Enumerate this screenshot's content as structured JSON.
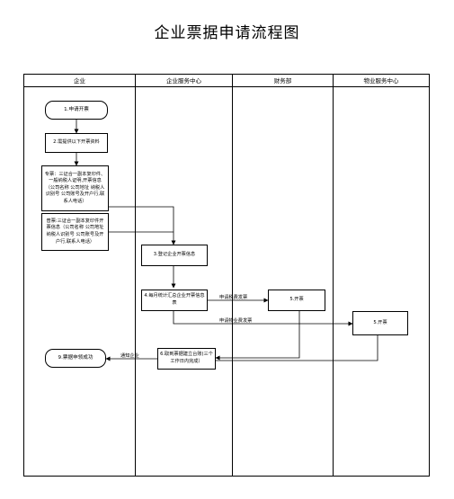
{
  "title": "企业票据申请流程图",
  "lanes": [
    "企业",
    "企业服务中心",
    "财务部",
    "物业服务中心"
  ],
  "nodes": {
    "n1": "1.申请开票",
    "n2": "2.需提供以下开票资料",
    "n3": "专票：三证合一副本复印件、一般纳税人证明,开票信息（公司名称 公司地址 纳税人识别号 公司账号及开户行,联系人电话）",
    "n4": "普票:三证合一副本复印件开票信息（公司名称 公司地址 纳税人识别号 公司账号及开户行,联系人电话）",
    "n5": "3.登记企业开票信息",
    "n6": "4.每月统计汇总企业开票信息表",
    "n7": "5.开票",
    "n8": "5.开票",
    "n9": "6.取到票据建立台账(三个工作日内完成）",
    "n10": "9.票据申领成功"
  },
  "edge_labels": {
    "e1": "申请税费发票",
    "e2": "申请物业费发票",
    "e3": "通知企业"
  }
}
